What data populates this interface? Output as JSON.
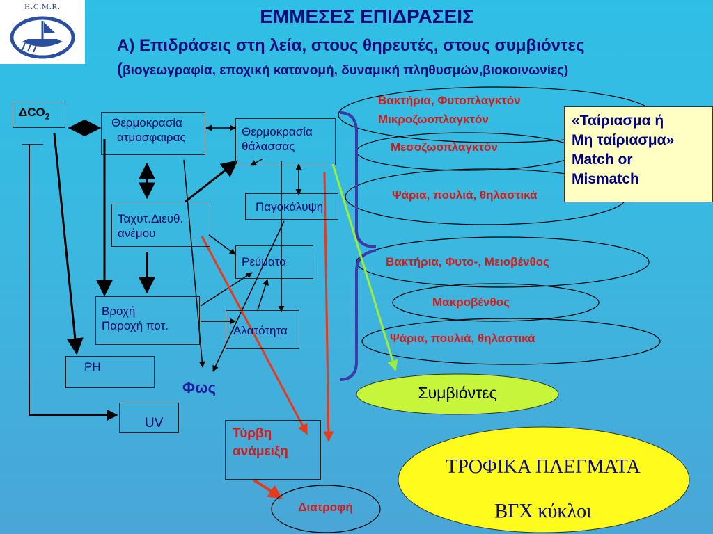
{
  "header": {
    "logo_text": "H.C.M.R.",
    "title": "ΕΜΜΕΣΕΣ ΕΠΙΔΡΑΣΕΙΣ",
    "subtitle": "Α) Επιδράσεις στη λεία, στους θηρευτές, στους συμβιόντες",
    "subtitle2_open": "(",
    "subtitle2": "βιογεωγραφία, εποχική κατανομή, δυναμική πληθυσμών,βιοκοινωνίες",
    "subtitle2_close": ")"
  },
  "nodes": {
    "dco2_prefix": "ΔCO",
    "dco2_sub": "2",
    "thermo_atm": [
      "Θερμοκρασία",
      "ατμοσφαιρας"
    ],
    "thermo_sea": [
      "Θερμοκρασία",
      "θάλασσας"
    ],
    "ice": "Παγοκάλυψη",
    "wind": [
      "Ταχυτ.Διευθ.",
      "ανέμου"
    ],
    "currents": "Ρεύματα",
    "rain": [
      "Βροχή",
      "Παροχή ποτ."
    ],
    "salinity": "Αλατότητα",
    "ph": "PH",
    "uv": "UV",
    "light": "Φως",
    "turbidity": [
      "Τύρβη",
      "ανάμειξη"
    ],
    "nutrition": "Διατροφή"
  },
  "pelagic": [
    [
      "Βακτήρια, Φυτοπλαγκτόν",
      "Μικροζωοπλαγκτόν"
    ],
    [
      "Μεσοζωοπλαγκτόν"
    ],
    [
      "Ψάρια, πουλιά, θηλαστικά"
    ]
  ],
  "benthic": [
    "Βακτήρια, Φυτο-, Μειοβένθος",
    "Μακροβένθος",
    "Ψάρια, πουλιά, θηλαστικά"
  ],
  "match": [
    "«Ταίριασμα ή",
    "Μη ταίριασμα»",
    "Match or",
    "Mismatch"
  ],
  "symbionts": "Συμβιόντες",
  "food": {
    "line1": "ΤΡΟΦΙΚΑ ΠΛΕΓΜΑΤΑ",
    "line2": "ΒΓΧ κύκλοι"
  },
  "colors": {
    "arrow_black": "#000000",
    "arrow_red": "#e8391b",
    "arrow_green": "#9bef3c",
    "brace_blue": "#3a3aa8",
    "symbiont_fill": "#c6f53a",
    "food_fill": "#fffb1c",
    "match_fill": "#ffffc4"
  }
}
